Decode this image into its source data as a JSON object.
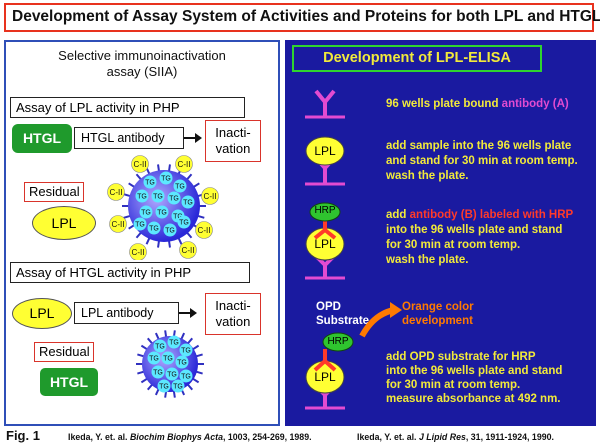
{
  "title": "Development of Assay System of Activities and Proteins for both LPL and HTGL",
  "left": {
    "heading_line1": "Selective immunoinactivation",
    "heading_line2": "assay (SIIA)",
    "section1": {
      "label": "Assay of LPL activity in PHP",
      "enzyme": "HTGL",
      "antibody": "HTGL antibody",
      "inactivation_line1": "Inacti-",
      "inactivation_line2": "vation",
      "residual": "Residual",
      "residual_enzyme": "LPL",
      "particle_tag": "TG",
      "apo_tag": "C-II"
    },
    "section2": {
      "label": "Assay of HTGL activity in PHP",
      "enzyme": "LPL",
      "antibody": "LPL antibody",
      "inactivation_line1": "Inacti-",
      "inactivation_line2": "vation",
      "residual": "Residual",
      "residual_enzyme": "HTGL",
      "particle_tag": "TG"
    }
  },
  "right": {
    "heading": "Development of LPL-ELISA",
    "step1": {
      "text": "96 wells plate bound",
      "highlight": "antibody (A)"
    },
    "step2": {
      "lines": [
        "add sample into the 96 wells plate",
        "and stand for 30 min at room temp.",
        "wash the plate."
      ],
      "lpl": "LPL"
    },
    "step3": {
      "prefix": "add",
      "highlight": "antibody (B) labeled with HRP",
      "lines": [
        "into the 96 wells plate and stand",
        "for 30 min at room temp.",
        "wash the plate."
      ],
      "hrp": "HRP",
      "lpl": "LPL"
    },
    "step4": {
      "opd_line1": "OPD",
      "opd_line2": "Substrate",
      "color_line1": "Orange color",
      "color_line2": "development",
      "lines": [
        "add OPD substrate for HRP",
        "into the 96 wells plate and stand",
        "for 30 min at room temp.",
        "measure absorbance at 492 nm."
      ],
      "hrp": "HRP",
      "lpl": "LPL"
    }
  },
  "footer": {
    "fig": "Fig. 1",
    "ref1_pre": "Ikeda, Y. et. al.",
    "ref1_journal": "Biochim Biophys Acta",
    "ref1_post": ", 1003, 254-269, 1989.",
    "ref2_pre": "Ikeda, Y. et. al.",
    "ref2_journal": "J Lipid Res",
    "ref2_post": ", 31, 1911-1924, 1990."
  },
  "colors": {
    "title_border": "#e8321e",
    "panel_blue": "#1a1aa0",
    "text_yellow": "#f2ea3a",
    "antibody_pink": "#e24bd1",
    "htgl_green": "#1f9a2c",
    "lpl_yellow": "#ffff33",
    "particle_blue": "#3a3ae0",
    "arrow_orange": "#ff7a00",
    "heading_green": "#2fd42f"
  }
}
